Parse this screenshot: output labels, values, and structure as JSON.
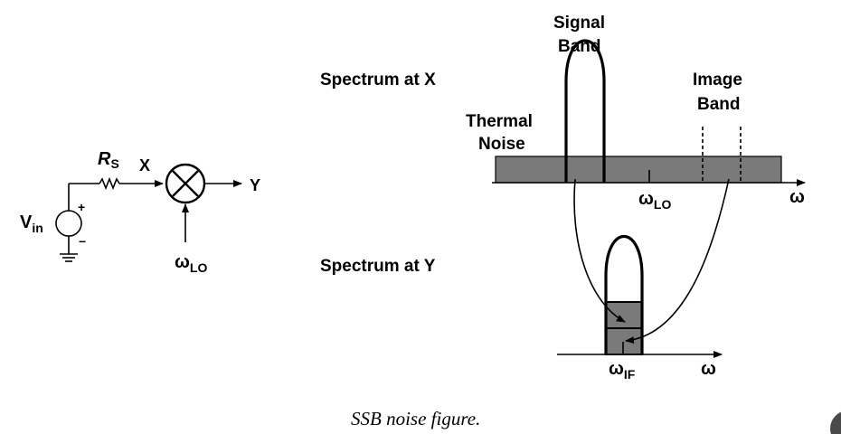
{
  "circuit": {
    "vin_main": "V",
    "vin_sub": "in",
    "rs_main": "R",
    "rs_sub": "S",
    "node_x": "X",
    "node_y": "Y",
    "plus": "+",
    "minus": "−",
    "lo_main": "ω",
    "lo_sub": "LO"
  },
  "spectrum_x": {
    "title": "Spectrum at X",
    "signal_band_line1": "Signal",
    "signal_band_line2": "Band",
    "image_band_line1": "Image",
    "image_band_line2": "Band",
    "thermal_line1": "Thermal",
    "thermal_line2": "Noise",
    "lo_main": "ω",
    "lo_sub": "LO",
    "axis_label": "ω"
  },
  "spectrum_y": {
    "title": "Spectrum at Y",
    "if_main": "ω",
    "if_sub": "IF",
    "axis_label": "ω"
  },
  "caption": "SSB noise figure.",
  "colors": {
    "noise_fill": "#7a7a7a",
    "stroke": "#000000"
  }
}
